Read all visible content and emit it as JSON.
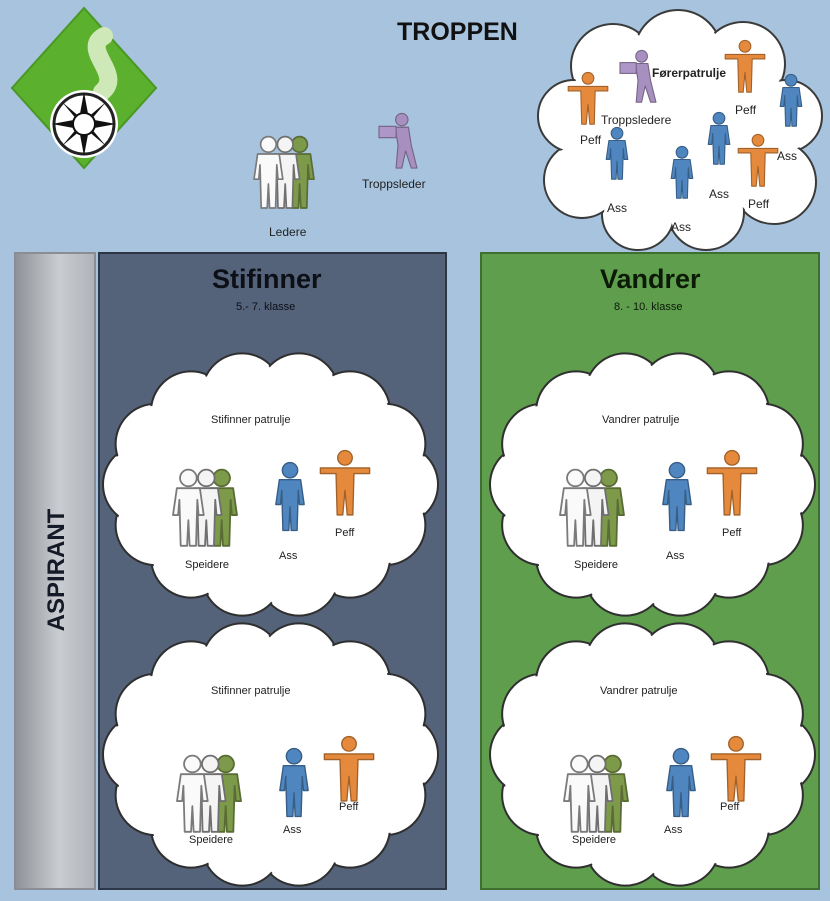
{
  "header": {
    "title": "TROPPEN"
  },
  "top": {
    "leaders_label": "Ledere",
    "troop_leader_label": "Troppsleder"
  },
  "leader_patrol": {
    "title": "Førerpatrulje",
    "troop_leaders_label": "Troppsledere",
    "peff_label": "Peff",
    "ass_label": "Ass"
  },
  "aspirant": {
    "label": "ASPIRANT"
  },
  "stifinner": {
    "title": "Stifinner",
    "subtitle": "5.- 7. klasse",
    "patrols": [
      {
        "name": "Stifinner patrulje",
        "scouts_label": "Speidere",
        "ass_label": "Ass",
        "peff_label": "Peff"
      },
      {
        "name": "Stifinner patrulje",
        "scouts_label": "Speidere",
        "ass_label": "Ass",
        "peff_label": "Peff"
      }
    ]
  },
  "vandrer": {
    "title": "Vandrer",
    "subtitle": "8. - 10. klasse",
    "patrols": [
      {
        "name": "Vandrer patrulje",
        "scouts_label": "Speidere",
        "ass_label": "Ass",
        "peff_label": "Peff"
      },
      {
        "name": "Vandrer patrulje",
        "scouts_label": "Speidere",
        "ass_label": "Ass",
        "peff_label": "Peff"
      }
    ]
  },
  "colors": {
    "background": "#a7c3dd",
    "stifinner_panel": "#54627a",
    "vandrer_panel": "#5f9e4d",
    "aspirant_bar": "#b5b8bd",
    "peff_orange": "#e58a3c",
    "ass_blue": "#4f86c0",
    "scout_green": "#7d9a4a",
    "leader_purple": "#a78fbf",
    "logo_green": "#5bb02e"
  },
  "icons": {
    "logo": "compass-trail-logo-icon",
    "peff": "arms-spread-person-icon",
    "ass": "standing-person-icon",
    "group": "person-group-icon",
    "leader": "person-carrying-box-icon"
  }
}
